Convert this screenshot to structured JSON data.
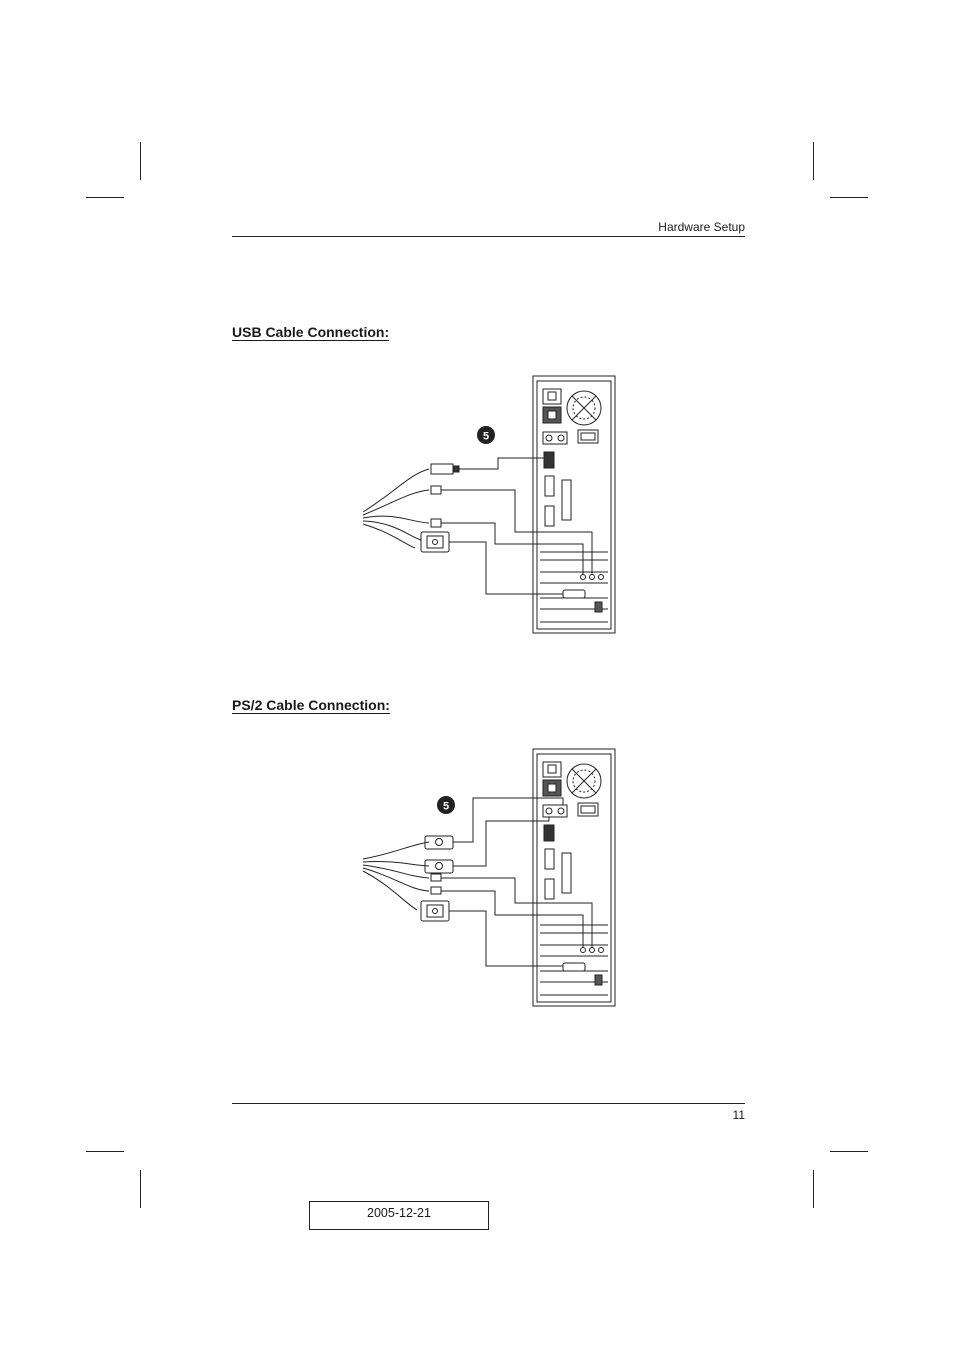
{
  "header": {
    "section_title": "Hardware Setup"
  },
  "sections": [
    {
      "heading": "USB Cable Connection:",
      "step_label": "5"
    },
    {
      "heading": "PS/2 Cable Connection:",
      "step_label": "5"
    }
  ],
  "footer": {
    "page_number": "11",
    "date": "2005-12-21"
  }
}
